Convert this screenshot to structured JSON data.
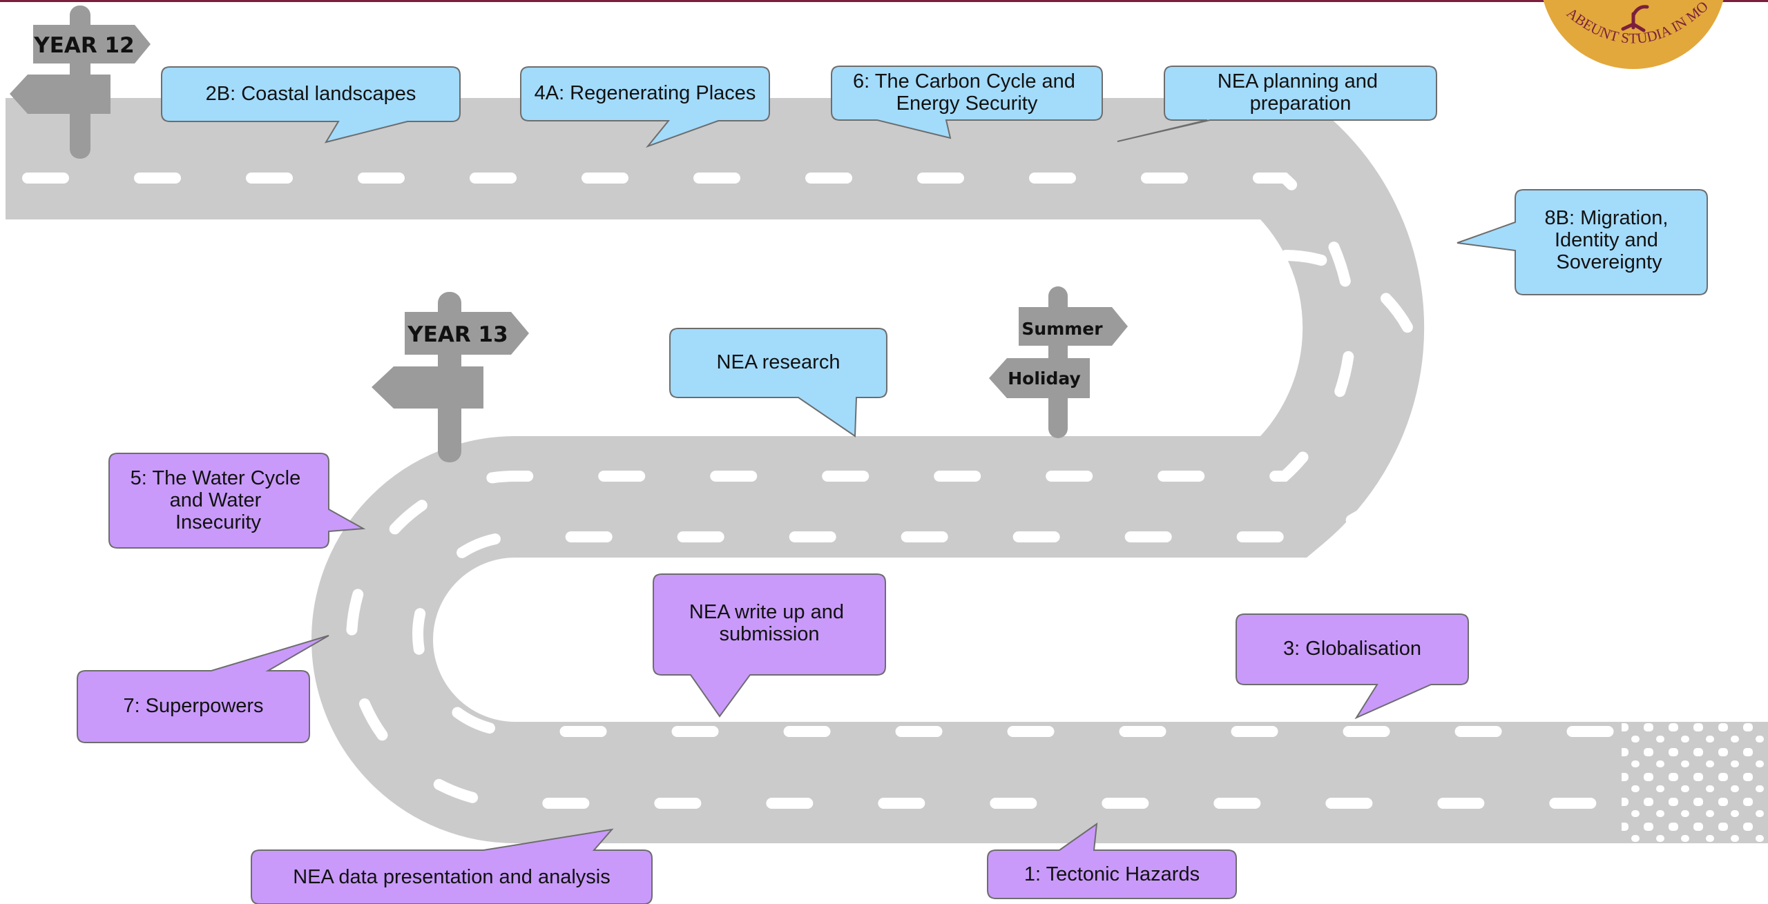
{
  "signposts": {
    "year12": "YEAR 12",
    "year13": "YEAR 13",
    "summer": "Summer",
    "holiday": "Holiday"
  },
  "crest": {
    "motto": "ABEUNT STUDIA IN MORES",
    "color": "#E2A83C"
  },
  "callouts": {
    "coastal": {
      "lines": [
        "2B: Coastal landscapes"
      ],
      "term": "year12"
    },
    "regenerating": {
      "lines": [
        "4A: Regenerating Places"
      ],
      "term": "year12"
    },
    "carbon": {
      "lines": [
        "6: The Carbon Cycle and",
        "Energy Security"
      ],
      "term": "year12"
    },
    "nea_planning": {
      "lines": [
        "NEA planning and",
        "preparation"
      ],
      "term": "year12"
    },
    "migration": {
      "lines": [
        "8B: Migration,",
        "Identity and",
        "Sovereignty"
      ],
      "term": "year12"
    },
    "nea_research": {
      "lines": [
        "NEA research"
      ],
      "term": "year12"
    },
    "water": {
      "lines": [
        "5: The Water Cycle",
        "and Water",
        "Insecurity"
      ],
      "term": "year13"
    },
    "superpowers": {
      "lines": [
        "7: Superpowers"
      ],
      "term": "year13"
    },
    "nea_writeup": {
      "lines": [
        "NEA write up and",
        "submission"
      ],
      "term": "year13"
    },
    "globalisation": {
      "lines": [
        "3: Globalisation"
      ],
      "term": "year13"
    },
    "nea_data": {
      "lines": [
        "NEA data presentation and analysis"
      ],
      "term": "year13"
    },
    "tectonic": {
      "lines": [
        "1: Tectonic Hazards"
      ],
      "term": "year13"
    }
  },
  "colors": {
    "year12_fill": "#A3DBFB",
    "year13_fill": "#C99AFA",
    "road": "#CBCBCB",
    "signpost": "#9B9B9B",
    "callout_border": "#6D6D6D",
    "lane_mark": "#FFFFFF"
  }
}
